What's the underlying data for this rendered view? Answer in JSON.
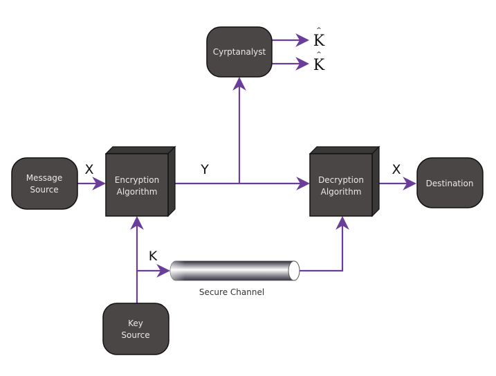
{
  "colors": {
    "connector": "#6a3d9a",
    "node_fill": "#4a4646",
    "node_text": "#e8e8e8"
  },
  "nodes": {
    "message_source": {
      "line1": "Message",
      "line2": "Source"
    },
    "encryption": {
      "line1": "Encryption",
      "line2": "Algorithm"
    },
    "decryption": {
      "line1": "Decryption",
      "line2": "Algorithm"
    },
    "destination": {
      "label": "Destination"
    },
    "cryptanalyst": {
      "label": "Cyrptanalyst"
    },
    "key_source": {
      "line1": "Key",
      "line2": "Source"
    },
    "secure_channel": {
      "label": "Secure Channel"
    }
  },
  "edge_labels": {
    "plaintext_in": "X",
    "ciphertext": "Y",
    "plaintext_out": "X",
    "key": "K",
    "estimate_1": "K",
    "estimate_2": "K",
    "hat": "^"
  }
}
